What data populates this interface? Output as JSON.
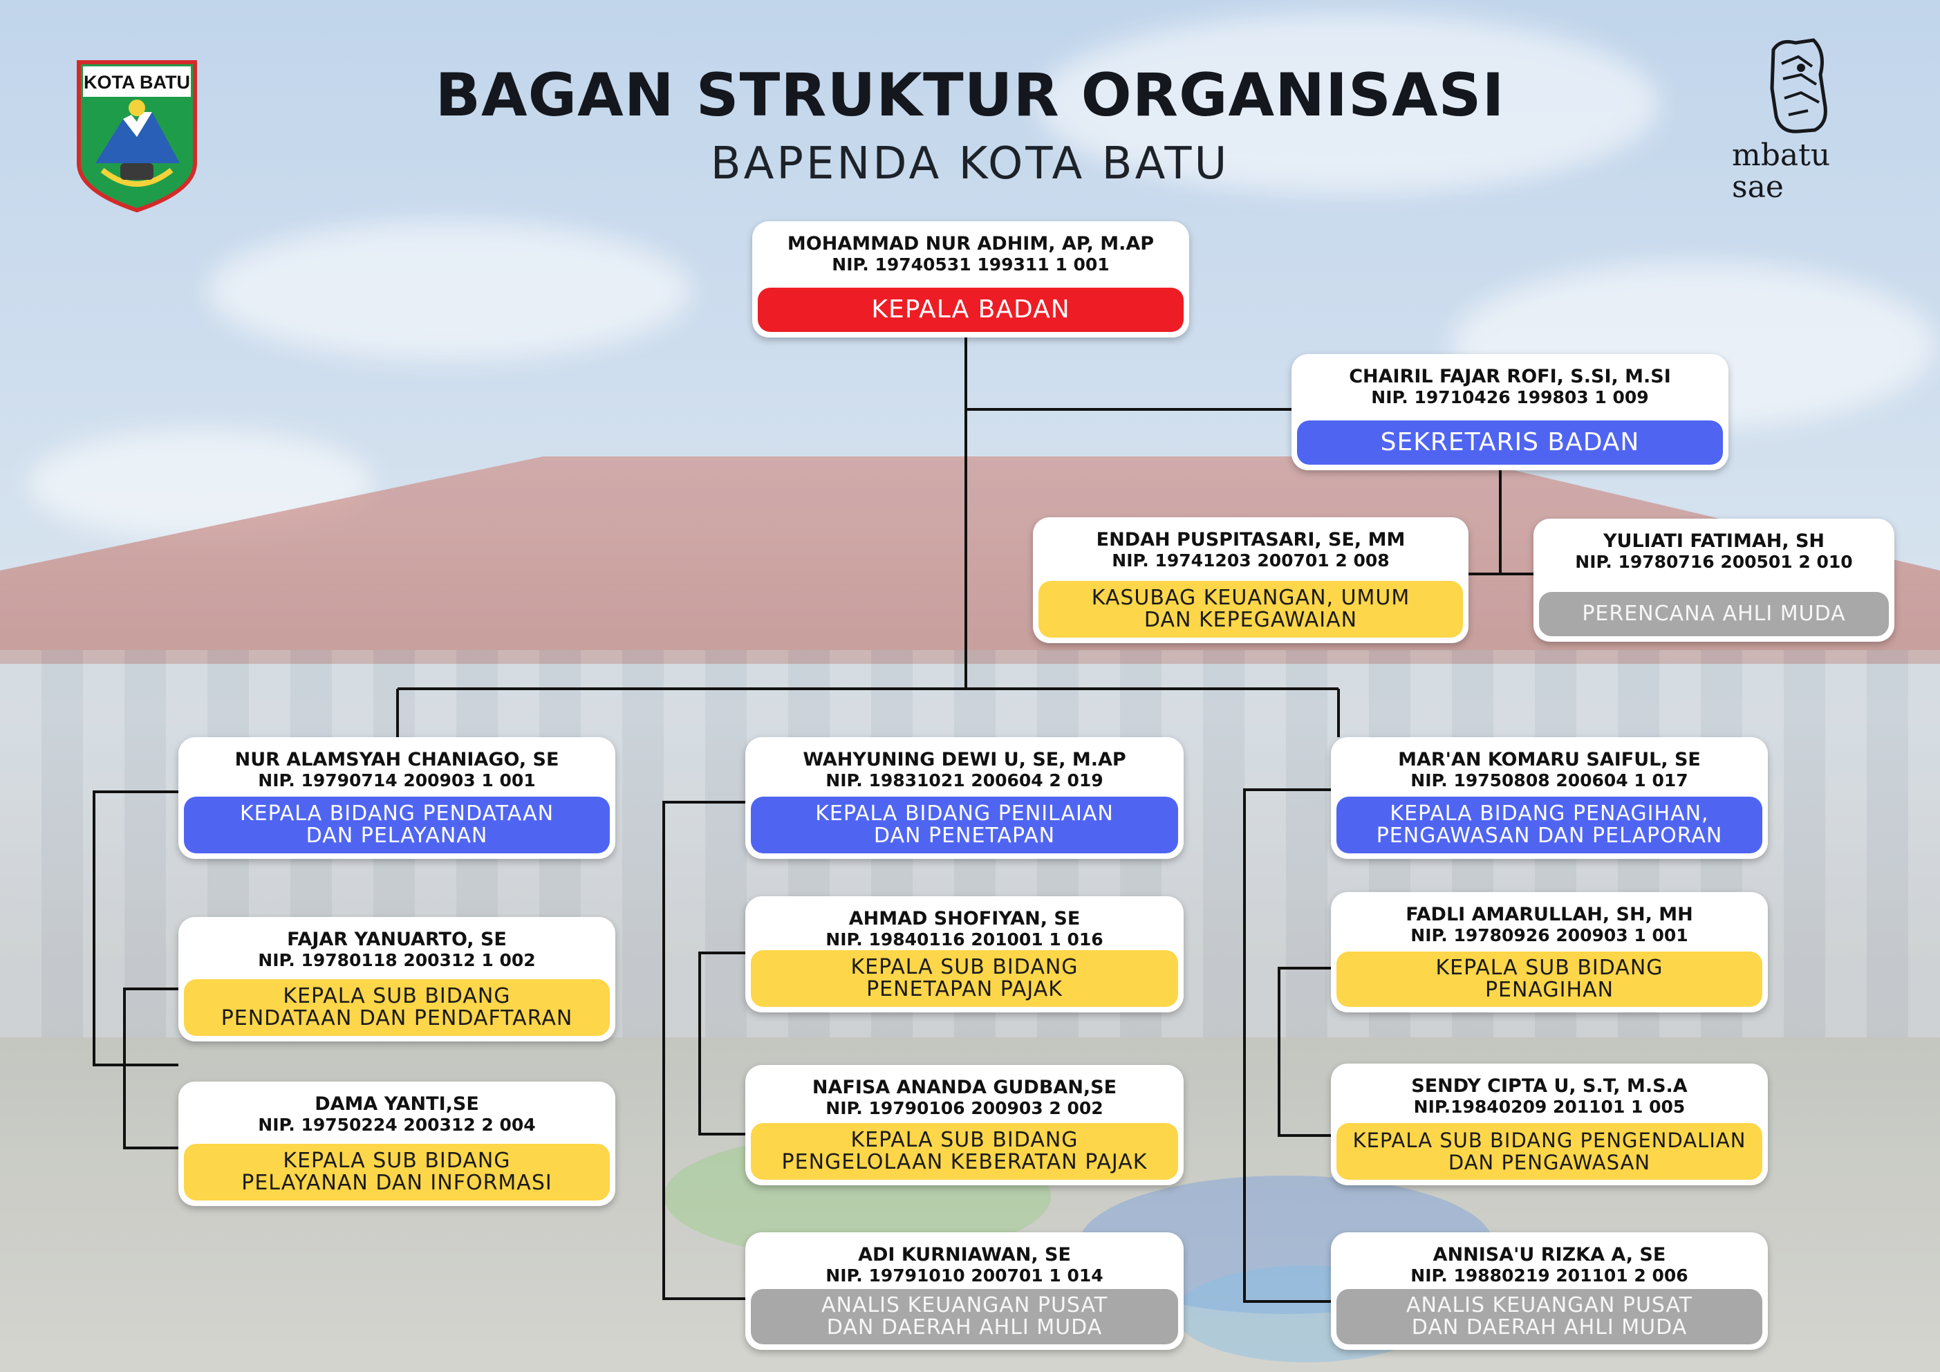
{
  "header": {
    "title": "BAGAN STRUKTUR ORGANISASI",
    "subtitle": "BAPENDA KOTA BATU",
    "emblem_text": "KOTA BATU",
    "brand_line1": "mbatu",
    "brand_line2": "sae"
  },
  "colors": {
    "head": "#ee1d25",
    "structural": "#4f65f2",
    "sub_bidang": "#fdd649",
    "functional": "#a8a8a8",
    "connector": "#111111"
  },
  "nodes": {
    "kepala": {
      "name": "MOHAMMAD NUR ADHIM, AP, M.AP",
      "nip": "NIP. 19740531 199311 1 001",
      "role": "KEPALA BADAN"
    },
    "sekretaris": {
      "name": "CHAIRIL FAJAR ROFI, S.SI, M.SI",
      "nip": "NIP. 19710426 199803 1 009",
      "role": "SEKRETARIS BADAN"
    },
    "kasubag": {
      "name": "ENDAH PUSPITASARI, SE, MM",
      "nip": "NIP. 19741203 200701 2 008",
      "role": "KASUBAG KEUANGAN, UMUM\nDAN KEPEGAWAIAN"
    },
    "perencana": {
      "name": "YULIATI FATIMAH, SH",
      "nip": "NIP. 19780716 200501 2 010",
      "role": "PERENCANA AHLI MUDA"
    },
    "bid_pendataan": {
      "name": "NUR ALAMSYAH CHANIAGO, SE",
      "nip": "NIP. 19790714 200903 1 001",
      "role": "KEPALA BIDANG PENDATAAN\nDAN PELAYANAN"
    },
    "sub_pendaftaran": {
      "name": "FAJAR YANUARTO, SE",
      "nip": "NIP. 19780118 200312 1 002",
      "role": "KEPALA SUB BIDANG\nPENDATAAN DAN PENDAFTARAN"
    },
    "sub_pelayanan": {
      "name": "DAMA YANTI,SE",
      "nip": "NIP. 19750224 200312 2 004",
      "role": "KEPALA SUB BIDANG\nPELAYANAN DAN INFORMASI"
    },
    "bid_penilaian": {
      "name": "WAHYUNING DEWI U, SE, M.AP",
      "nip": "NIP. 19831021 200604 2 019",
      "role": "KEPALA BIDANG PENILAIAN\nDAN PENETAPAN"
    },
    "sub_penetapan": {
      "name": "AHMAD SHOFIYAN, SE",
      "nip": "NIP. 19840116 201001 1 016",
      "role": "KEPALA SUB BIDANG\nPENETAPAN PAJAK"
    },
    "sub_keberatan": {
      "name": "NAFISA ANANDA GUDBAN,SE",
      "nip": "NIP. 19790106 200903 2 002",
      "role": "KEPALA SUB BIDANG\nPENGELOLAAN KEBERATAN PAJAK"
    },
    "analis_tengah": {
      "name": "ADI KURNIAWAN, SE",
      "nip": "NIP. 19791010 200701 1 014",
      "role": "ANALIS KEUANGAN PUSAT\nDAN DAERAH AHLI MUDA"
    },
    "bid_penagihan": {
      "name": "MAR'AN KOMARU SAIFUL, SE",
      "nip": "NIP. 19750808 200604 1 017",
      "role": "KEPALA BIDANG PENAGIHAN,\nPENGAWASAN DAN PELAPORAN"
    },
    "sub_penagihan": {
      "name": "FADLI AMARULLAH, SH, MH",
      "nip": "NIP. 19780926 200903 1 001",
      "role": "KEPALA SUB BIDANG\nPENAGIHAN"
    },
    "sub_pengendalian": {
      "name": "SENDY CIPTA U, S.T, M.S.A",
      "nip": "NIP.19840209 201101 1 005",
      "role": "KEPALA SUB BIDANG PENGENDALIAN\nDAN PENGAWASAN"
    },
    "analis_kanan": {
      "name": "ANNISA'U RIZKA A, SE",
      "nip": "NIP. 19880219 201101 2 006",
      "role": "ANALIS KEUANGAN PUSAT\nDAN DAERAH AHLI MUDA"
    }
  }
}
